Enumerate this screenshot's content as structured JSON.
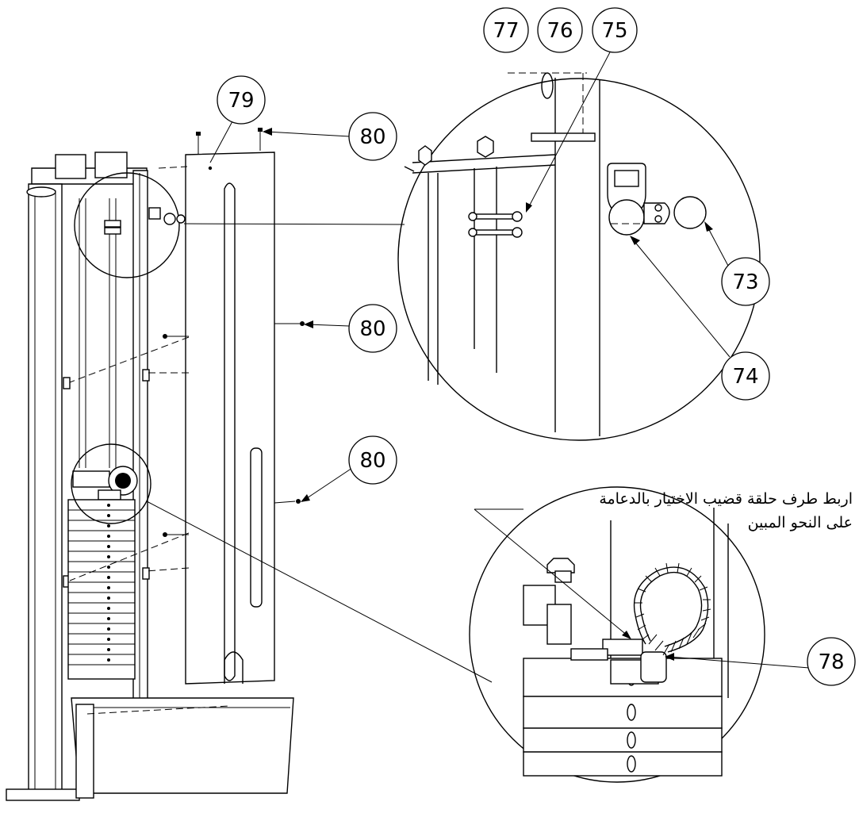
{
  "callouts": [
    {
      "id": "c73",
      "label": "73"
    },
    {
      "id": "c74",
      "label": "74"
    },
    {
      "id": "c75",
      "label": "75"
    },
    {
      "id": "c76",
      "label": "76"
    },
    {
      "id": "c77",
      "label": "77"
    },
    {
      "id": "c78",
      "label": "78"
    },
    {
      "id": "c79",
      "label": "79"
    },
    {
      "id": "c80a",
      "label": "80"
    },
    {
      "id": "c80b",
      "label": "80"
    },
    {
      "id": "c80c",
      "label": "80"
    }
  ],
  "instruction": {
    "line1": "اربط طرف حلقة قضيب الاختيار بالدعامة",
    "line2": "على النحو المبين"
  }
}
